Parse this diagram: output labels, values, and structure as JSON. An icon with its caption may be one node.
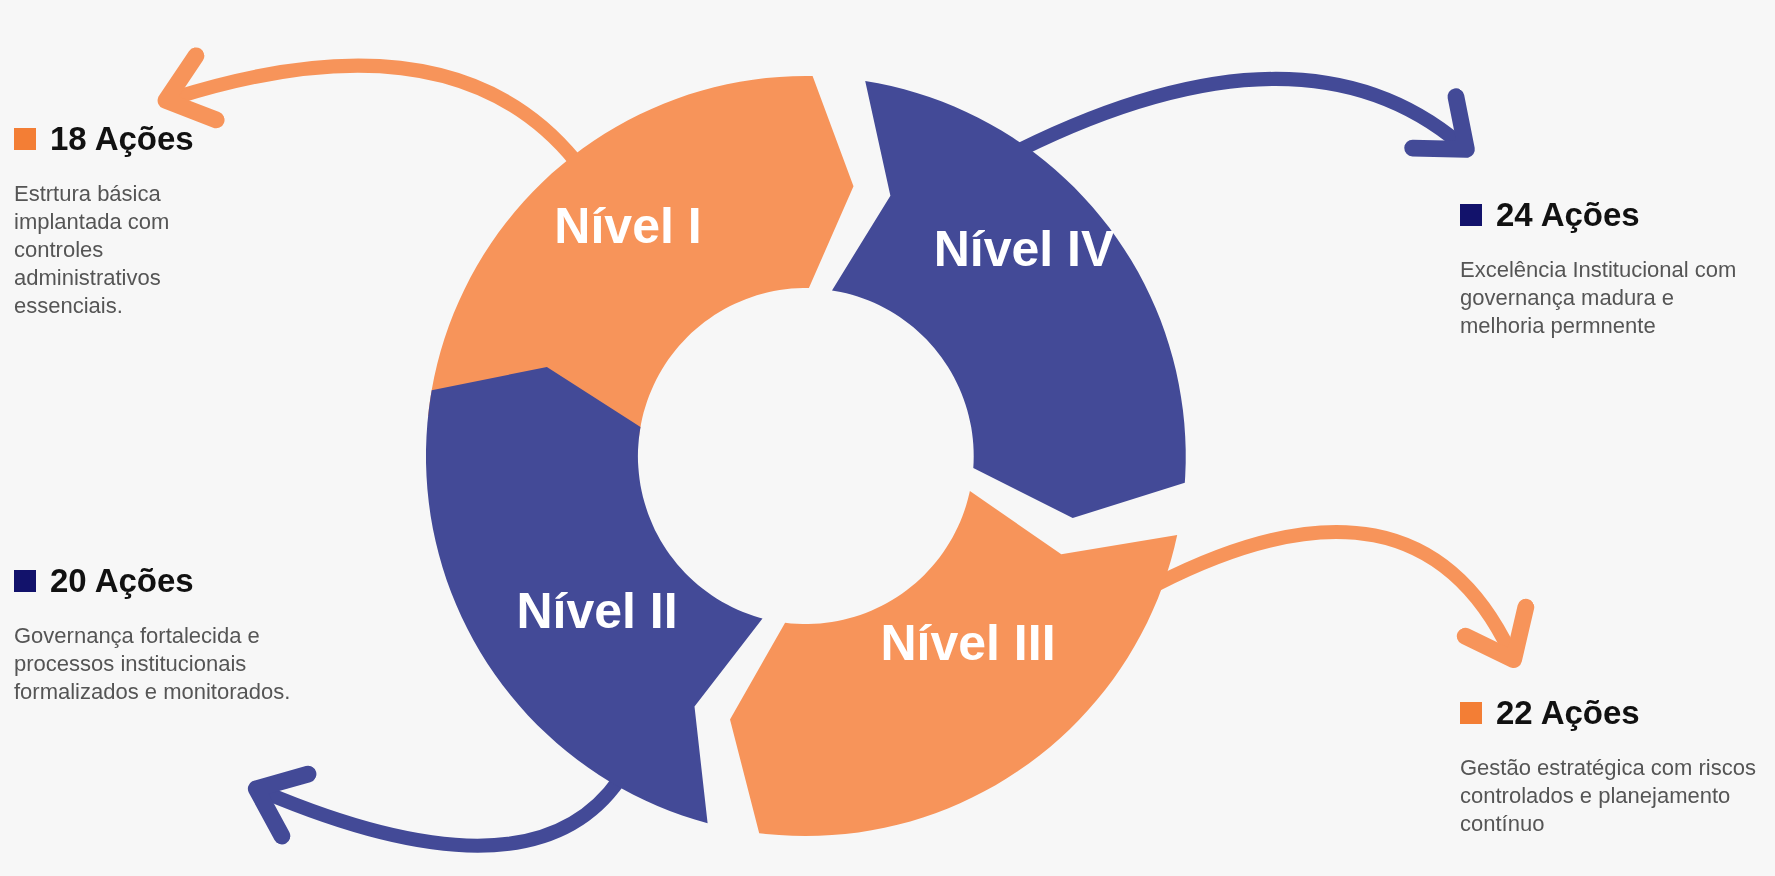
{
  "diagram": {
    "nodes": [
      {
        "text": [
          "18 Ações",
          "Estrtura básica implantada com controles administrativos essenciais."
        ]
      },
      {
        "text": [
          "Nível I"
        ]
      },
      {
        "text": [
          "Nível IV"
        ]
      },
      {
        "text": [
          "24 Ações",
          "Excelência Institucional com governança madura e melhoria permnente"
        ]
      },
      {
        "text": [
          "20 Ações",
          "Governança fortalecida e processos institucionais formalizados e monitorados."
        ]
      },
      {
        "text": [
          "Nível II"
        ]
      },
      {
        "text": [
          "Nível III"
        ]
      },
      {
        "text": [
          "22 Ações",
          "Gestão estratégica com riscos controlados e planejamento contínuo"
        ]
      }
    ],
    "edges": [
      {
        "from": 1,
        "to": 0,
        "arrow": "to",
        "color": "#f7945a"
      },
      {
        "from": 2,
        "to": 3,
        "arrow": "to",
        "color": "#434a97"
      },
      {
        "from": 6,
        "to": 7,
        "arrow": "to",
        "color": "#f7945a"
      },
      {
        "from": 5,
        "to": 4,
        "arrow": "to",
        "color": "#434a97"
      }
    ]
  }
}
